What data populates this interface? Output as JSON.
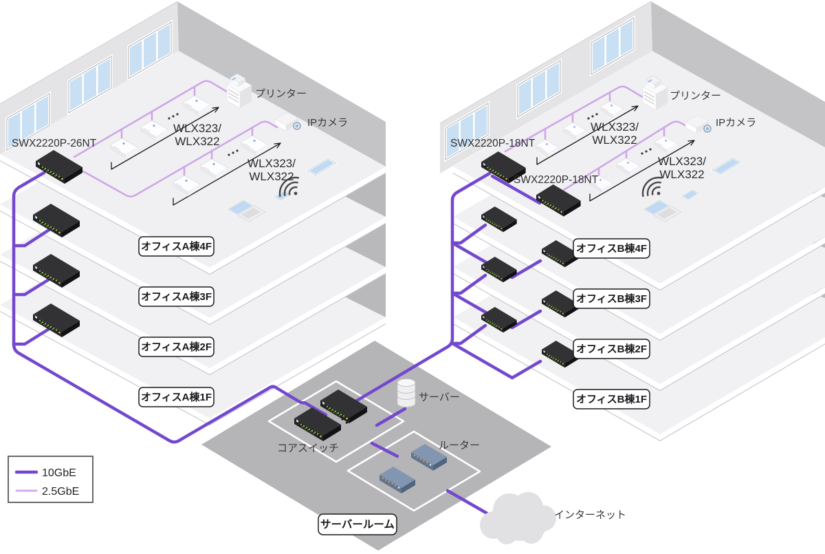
{
  "legend": {
    "items": [
      {
        "label": "10GbE",
        "color": "#7348cf"
      },
      {
        "label": "2.5GbE",
        "color": "#cea7e8"
      }
    ]
  },
  "building_a": {
    "switch_label": "SWX2220P-26NT",
    "floors": [
      "オフィスA棟4F",
      "オフィスA棟3F",
      "オフィスA棟2F",
      "オフィスA棟1F"
    ],
    "ap_line1": "WLX323/",
    "ap_line2": "WLX322",
    "printer_label": "プリンター",
    "camera_label": "IPカメラ"
  },
  "building_b": {
    "switch_label_1": "SWX2220P-18NT",
    "switch_label_2": "SWX2220P-18NT",
    "floors": [
      "オフィスB棟4F",
      "オフィスB棟3F",
      "オフィスB棟2F",
      "オフィスB棟1F"
    ],
    "ap_line1": "WLX323/",
    "ap_line2": "WLX322",
    "printer_label": "プリンター",
    "camera_label": "IPカメラ"
  },
  "server_room": {
    "room_label": "サーバールーム",
    "core_switch_label": "コアスイッチ",
    "server_label": "サーバー",
    "router_label": "ルーター",
    "internet_label": "インターネット"
  }
}
